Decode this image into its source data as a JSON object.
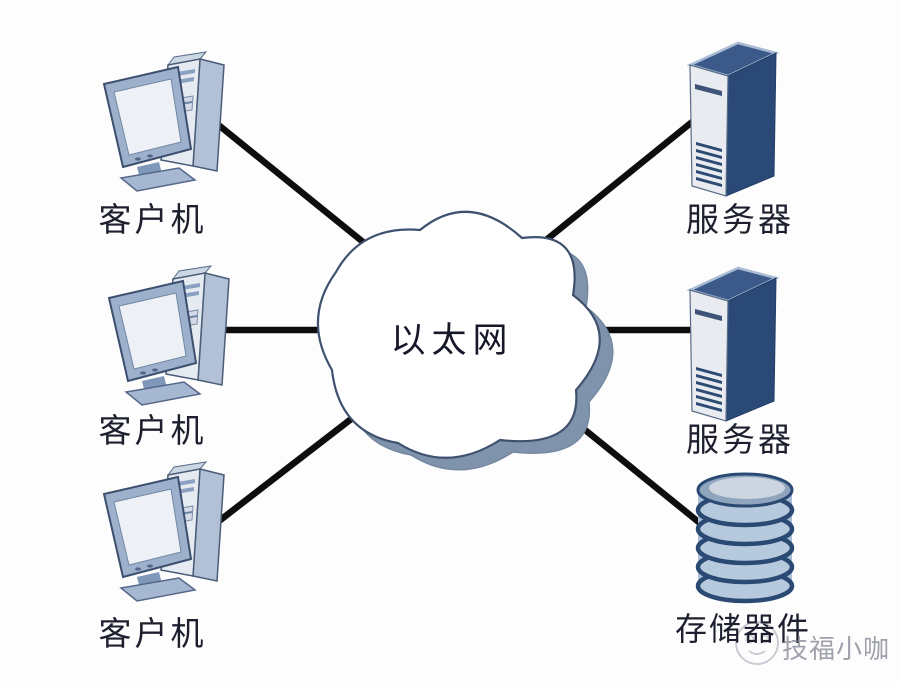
{
  "diagram": {
    "type": "network-topology",
    "cloud": {
      "id": "ethernet",
      "label": "以太网"
    },
    "nodes": [
      {
        "id": "client-1",
        "type": "client",
        "label": "客户机",
        "position": "top-left"
      },
      {
        "id": "client-2",
        "type": "client",
        "label": "客户机",
        "position": "middle-left"
      },
      {
        "id": "client-3",
        "type": "client",
        "label": "客户机",
        "position": "bottom-left"
      },
      {
        "id": "server-1",
        "type": "server",
        "label": "服务器",
        "position": "top-right"
      },
      {
        "id": "server-2",
        "type": "server",
        "label": "服务器",
        "position": "middle-right"
      },
      {
        "id": "storage-1",
        "type": "storage",
        "label": "存储器件",
        "position": "bottom-right"
      }
    ],
    "connections": [
      {
        "from": "client-1",
        "to": "ethernet"
      },
      {
        "from": "client-2",
        "to": "ethernet"
      },
      {
        "from": "client-3",
        "to": "ethernet"
      },
      {
        "from": "server-1",
        "to": "ethernet"
      },
      {
        "from": "server-2",
        "to": "ethernet"
      },
      {
        "from": "storage-1",
        "to": "ethernet"
      }
    ],
    "watermark": {
      "text": "技福小咖"
    },
    "colors": {
      "background": "#fdfdfe",
      "connection_line": "#0d0d0d",
      "cloud_fill": "#ffffff",
      "cloud_shadow": "#8093ad",
      "cloud_outline": "#3f516e",
      "device_dark_blue": "#2a4977",
      "device_light_face": "#e8ebef",
      "device_mid_blue": "#9db1cd",
      "storage_band_dark": "#2a4a73",
      "storage_body": "#b7c9dd",
      "label_text": "#1d1f2e",
      "watermark_gray": "#767b87"
    }
  }
}
